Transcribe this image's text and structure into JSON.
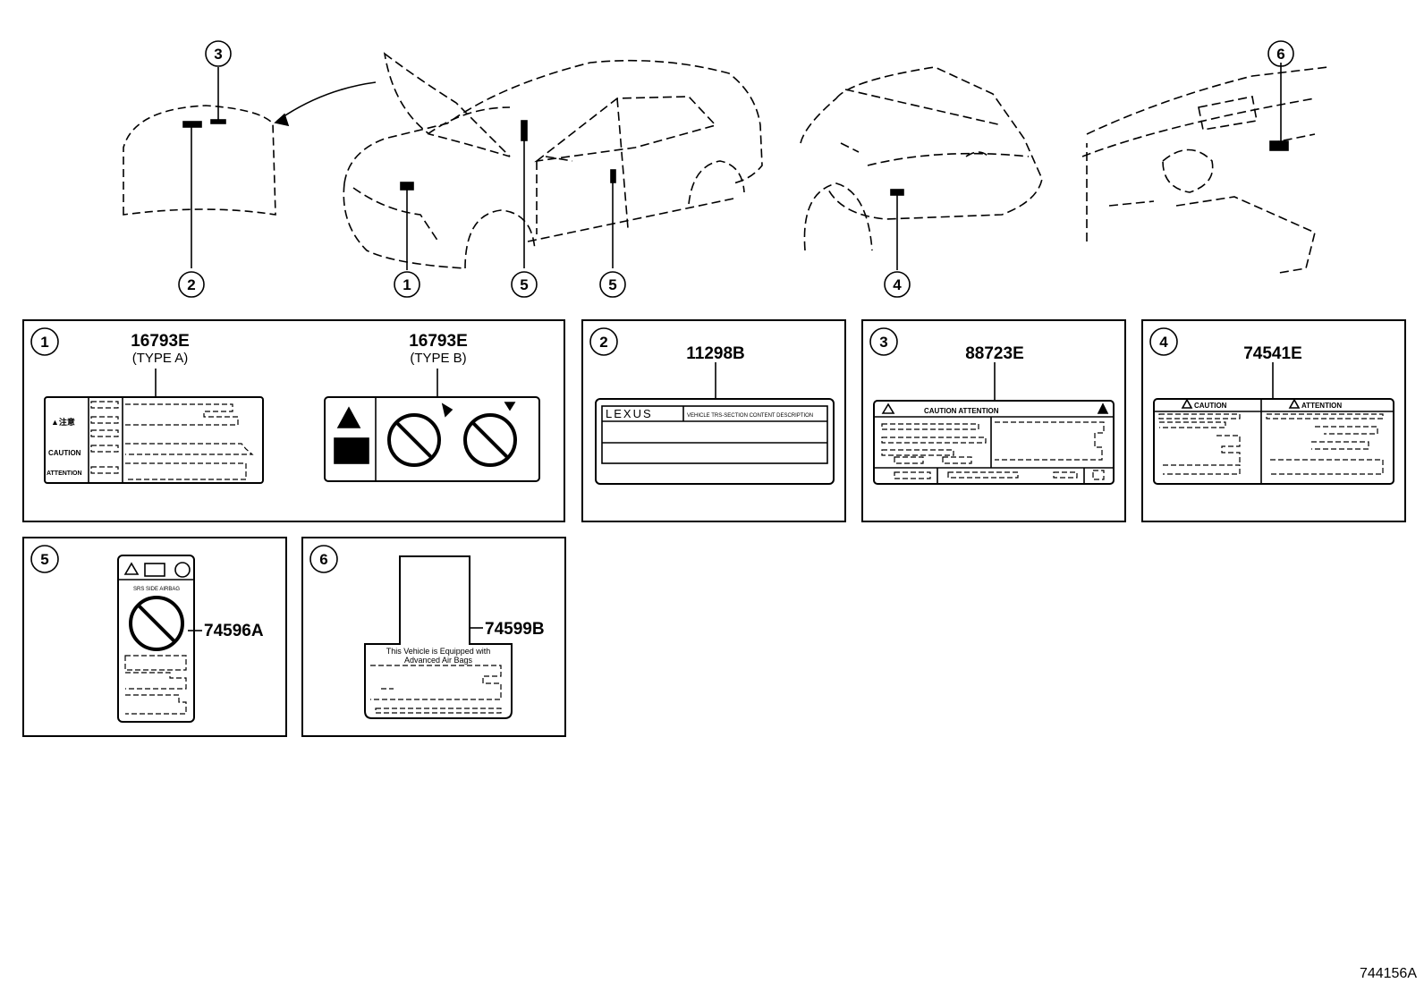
{
  "callouts": {
    "c1": "1",
    "c2": "2",
    "c3": "3",
    "c4": "4",
    "c5": "5",
    "c6": "6"
  },
  "panels": {
    "p1": {
      "num": "1",
      "part_a": "16793E",
      "type_a": "(TYPE A)",
      "part_b": "16793E",
      "type_b": "(TYPE B)",
      "label_a": {
        "jp": "▲注意",
        "caution": "CAUTION",
        "attention": "ATTENTION"
      }
    },
    "p2": {
      "num": "2",
      "part": "11298B",
      "brand": "LEXUS",
      "header": "VEHICLE   TRS-SECTION  CONTENT   DESCRIPTION"
    },
    "p3": {
      "num": "3",
      "part": "88723E",
      "header": "CAUTION  ATTENTION"
    },
    "p4": {
      "num": "4",
      "part": "74541E",
      "caution": "CAUTION",
      "attention": "ATTENTION"
    },
    "p5": {
      "num": "5",
      "part": "74596A",
      "airbag": "SRS SIDE AIRBAG"
    },
    "p6": {
      "num": "6",
      "part": "74599B",
      "line1": "This Vehicle is Equipped with",
      "line2": "Advanced Air Bags"
    }
  },
  "figure_id": "744156A"
}
